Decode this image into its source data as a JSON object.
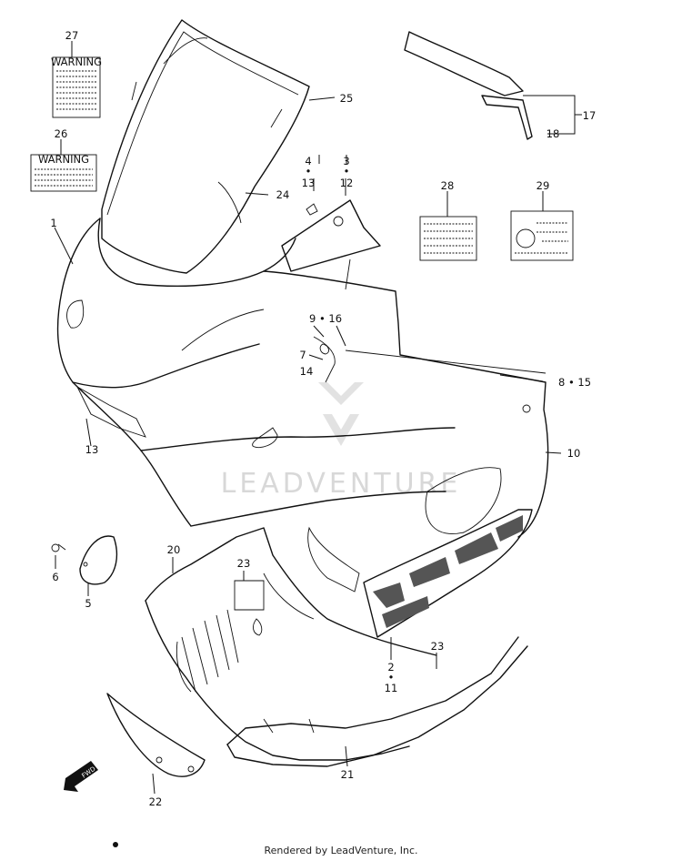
{
  "labels": {
    "l1": "1",
    "l2": "2",
    "l3": "3",
    "l4": "4",
    "l5": "5",
    "l6": "6",
    "l7": "7",
    "l8_15": "8 • 15",
    "l9_16": "9 • 16",
    "l10": "10",
    "l11": "11",
    "l12": "12",
    "l13_top": "13",
    "l13_left": "13",
    "l14": "14",
    "l17": "17",
    "l18": "18",
    "l20": "20",
    "l21": "21",
    "l22": "22",
    "l23_a": "23",
    "l23_b": "23",
    "l24": "24",
    "l25": "25",
    "l26": "26",
    "l27": "27",
    "l28": "28",
    "l29": "29",
    "dot": "•"
  },
  "stickers": {
    "warning_text": "WARNING"
  },
  "watermark": "LEADVENTURE",
  "fwd_arrow": "FWD",
  "footer": "Rendered by LeadVenture, Inc.",
  "colors": {
    "line": "#111111",
    "watermark": "#d8d8d8",
    "background": "#ffffff"
  }
}
